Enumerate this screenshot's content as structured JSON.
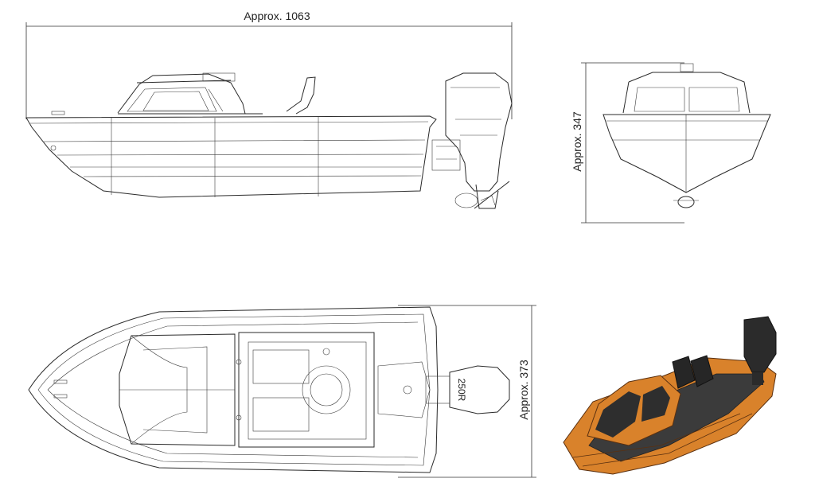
{
  "dimensions": {
    "length": "Approx. 1063",
    "height": "Approx. 347",
    "beam": "Approx. 373"
  },
  "engine_badge": "250R",
  "colors": {
    "hull_orange": "#d9822b",
    "deck_dark": "#3b3b3b",
    "engine_black": "#2b2b2b",
    "line": "#2a2a2a"
  }
}
